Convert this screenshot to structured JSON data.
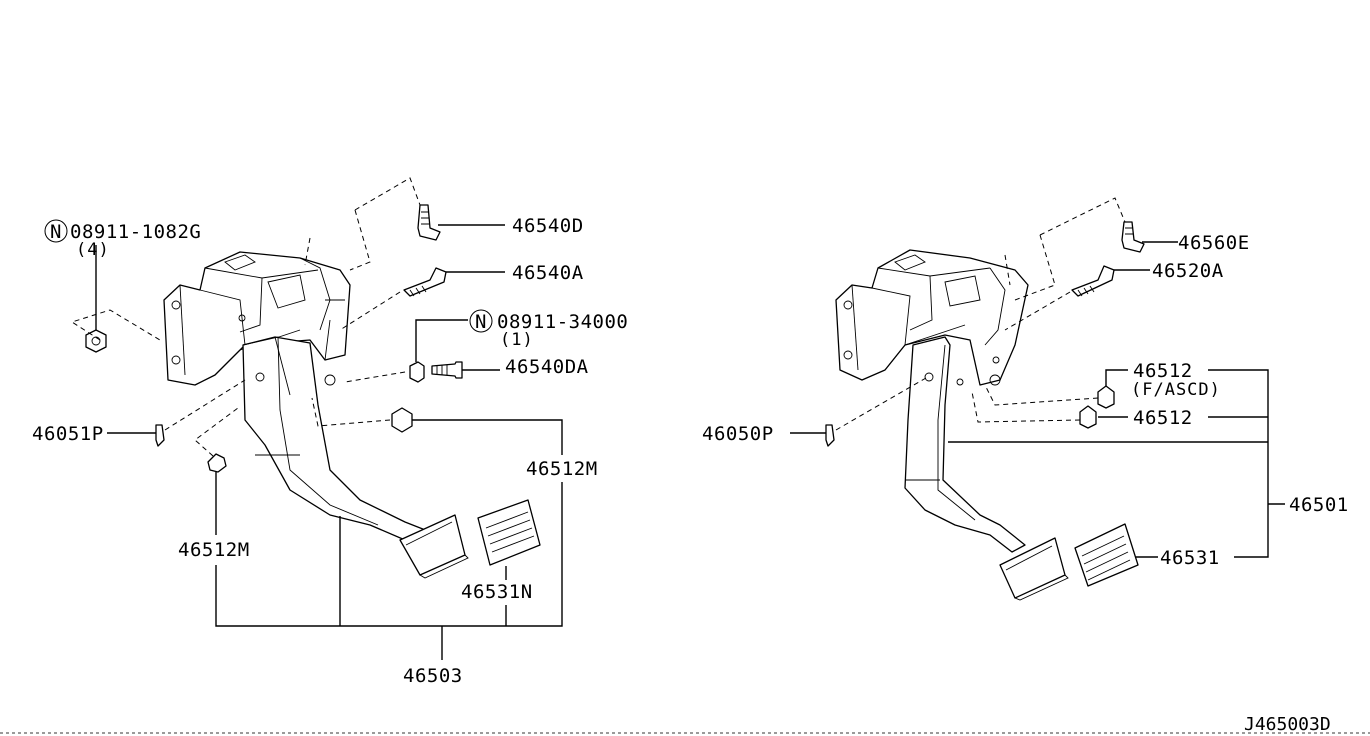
{
  "diagram_code": "J465003D",
  "left_assembly": {
    "nut_callout": {
      "symbol": "N",
      "part_number": "08911-1082G",
      "quantity": "(4)"
    },
    "bolt_top_label": "46540D",
    "bolt_mid_label": "46540A",
    "nut2_callout": {
      "symbol": "N",
      "part_number": "08911-34000",
      "quantity": "(1)"
    },
    "bolt_lower_label": "46540DA",
    "pin_label": "46051P",
    "stopper_right_label": "46512M",
    "stopper_left_label": "46512M",
    "pad_label": "46531N",
    "assembly_label": "46503"
  },
  "right_assembly": {
    "bolt_top_label": "46560E",
    "bolt_mid_label": "46520A",
    "stopper_ascd_label": "46512",
    "stopper_ascd_note": "(F/ASCD)",
    "stopper_label": "46512",
    "pin_label": "46050P",
    "assembly_label": "46501",
    "pad_label": "46531"
  }
}
